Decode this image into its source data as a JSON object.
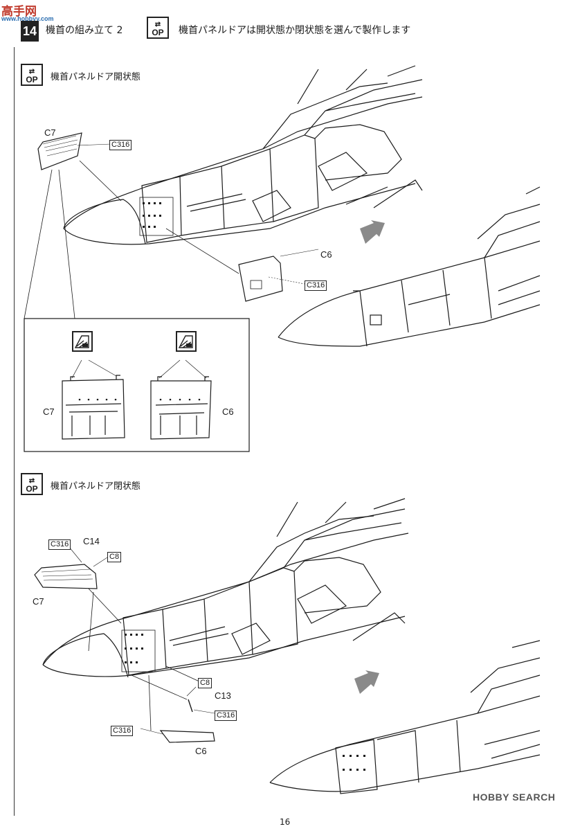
{
  "header": {
    "step_number": "14",
    "step_title": "機首の組み立て 2",
    "option_icon_text": "OP",
    "option_note": "機首パネルドアは開状態か閉状態を選んで製作します"
  },
  "watermark_top": {
    "site": "高手网",
    "url": "www.hobbyy.com"
  },
  "section_open": {
    "title": "機首パネルドア開状態",
    "labels": {
      "c7": "C7",
      "c6": "C6",
      "c316_a": "C316",
      "c316_b": "C316"
    },
    "detail": {
      "left_label": "C7",
      "right_label": "C6"
    }
  },
  "section_closed": {
    "title": "機首パネルドア閉状態",
    "labels": {
      "c316_top": "C316",
      "c14": "C14",
      "c8_top": "C8",
      "c7": "C7",
      "c8_bottom": "C8",
      "c13": "C13",
      "c316_mid": "C316",
      "c316_low": "C316",
      "c6": "C6"
    }
  },
  "footer": {
    "page_number": "16",
    "watermark": "HOBBY SEARCH"
  },
  "colors": {
    "ink": "#1a1a1a",
    "arrow_gray": "#8a8a8a",
    "wm_red": "#c0392b",
    "wm_blue": "#2a6db0"
  }
}
